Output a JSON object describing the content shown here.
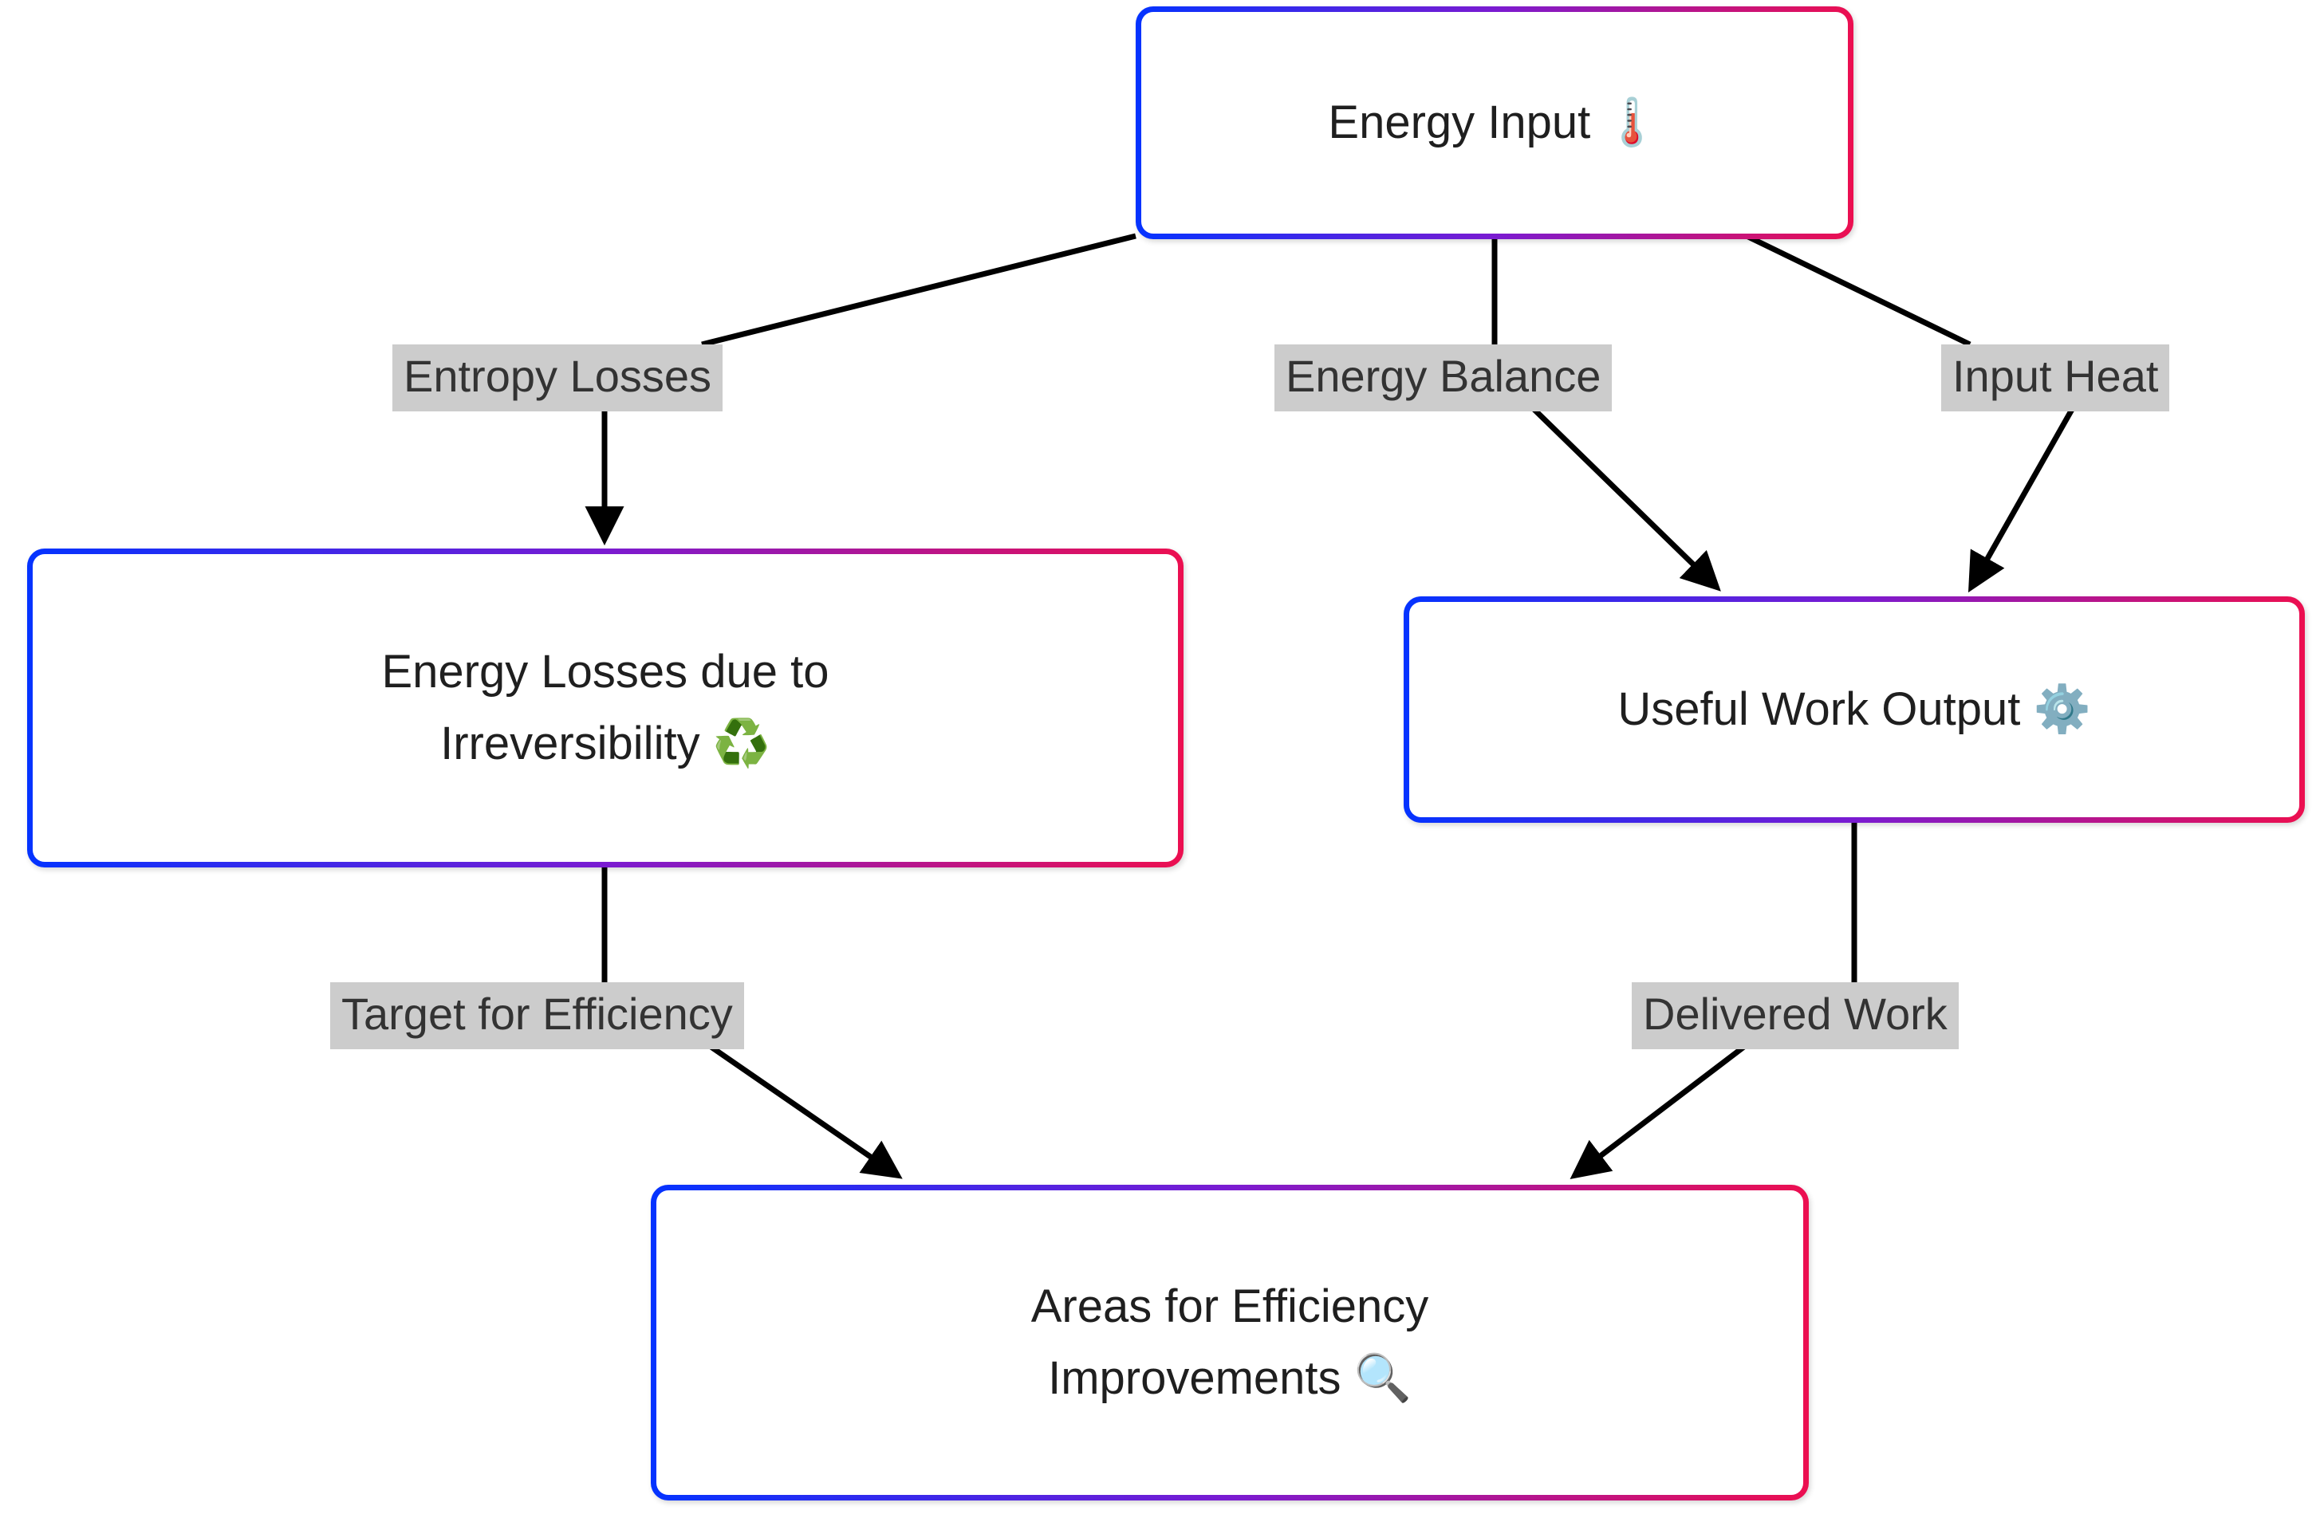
{
  "diagram": {
    "type": "flowchart",
    "direction": "top-down",
    "background_color": "#ffffff",
    "node_border_gradient": [
      "#0433ff",
      "#7a1bd1",
      "#ec0f50"
    ],
    "node_fill": "#ffffff",
    "edge_color": "#000000",
    "edge_label_background": "#cccccc",
    "edge_label_text_color": "#333333",
    "nodes": [
      {
        "id": "energy-input",
        "label": "Energy Input",
        "emoji": "🌡️",
        "emoji_name": "thermometer-icon",
        "lines": [
          "Energy Input 🌡️"
        ]
      },
      {
        "id": "energy-losses",
        "label": "Energy Losses due to Irreversibility",
        "emoji": "♻️",
        "emoji_name": "recycle-icon",
        "lines": [
          "Energy Losses due to",
          "Irreversibility ♻️"
        ]
      },
      {
        "id": "useful-work",
        "label": "Useful Work Output",
        "emoji": "⚙️",
        "emoji_name": "gear-icon",
        "lines": [
          "Useful Work Output ⚙️"
        ]
      },
      {
        "id": "areas-efficiency",
        "label": "Areas for Efficiency Improvements",
        "emoji": "🔍",
        "emoji_name": "magnifying-glass-icon",
        "lines": [
          "Areas for Efficiency",
          "Improvements 🔍"
        ]
      }
    ],
    "edges": [
      {
        "from": "energy-input",
        "to": "energy-losses",
        "label": "Entropy Losses"
      },
      {
        "from": "energy-input",
        "to": "useful-work",
        "label": "Energy Balance"
      },
      {
        "from": "energy-input",
        "to": "useful-work",
        "label": "Input Heat"
      },
      {
        "from": "energy-losses",
        "to": "areas-efficiency",
        "label": "Target for Efficiency"
      },
      {
        "from": "useful-work",
        "to": "areas-efficiency",
        "label": "Delivered Work"
      }
    ]
  }
}
